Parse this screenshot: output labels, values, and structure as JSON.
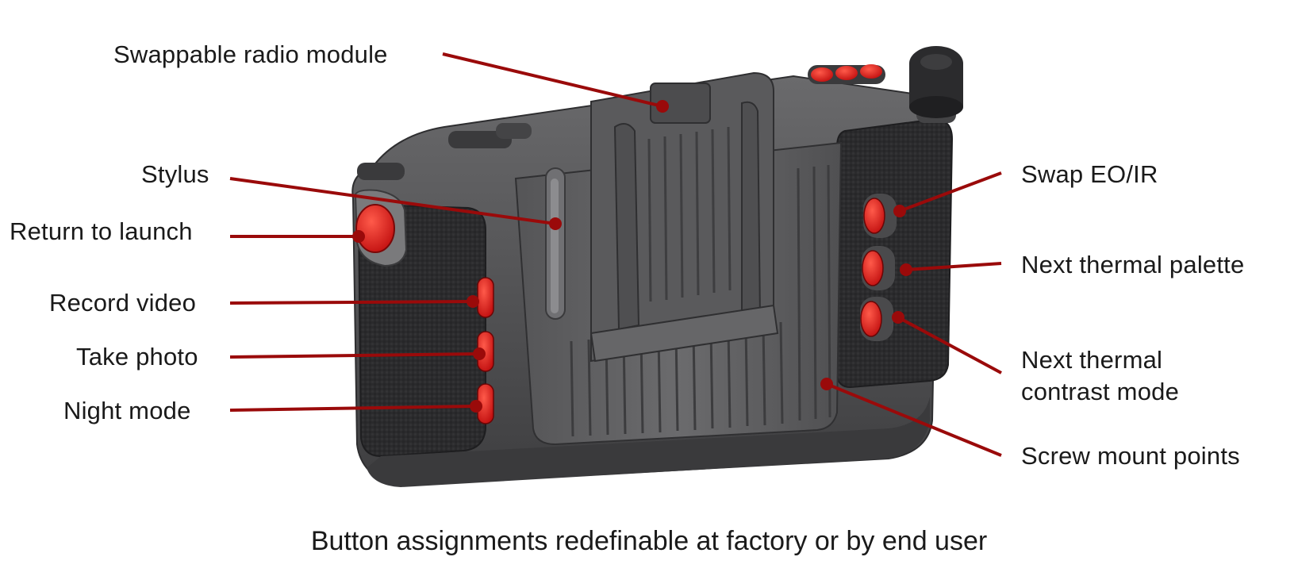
{
  "labels": {
    "radio_module": "Swappable radio module",
    "stylus": "Stylus",
    "return_to_launch": "Return to launch",
    "record_video": "Record video",
    "take_photo": "Take photo",
    "night_mode": "Night mode",
    "swap_eo_ir": "Swap EO/IR",
    "next_thermal_palette": "Next thermal palette",
    "next_thermal_contrast_line1": "Next thermal",
    "next_thermal_contrast_line2": "contrast mode",
    "screw_mount_points": "Screw mount points"
  },
  "caption": "Button assignments redefinable at factory or by end user",
  "colors": {
    "leader": "#9a0a0a",
    "button_red": "#e01a1a",
    "body_dark": "#4a4a4c",
    "body_mid": "#5e5e60",
    "grip": "#2a2a2c",
    "background": "#ffffff"
  }
}
